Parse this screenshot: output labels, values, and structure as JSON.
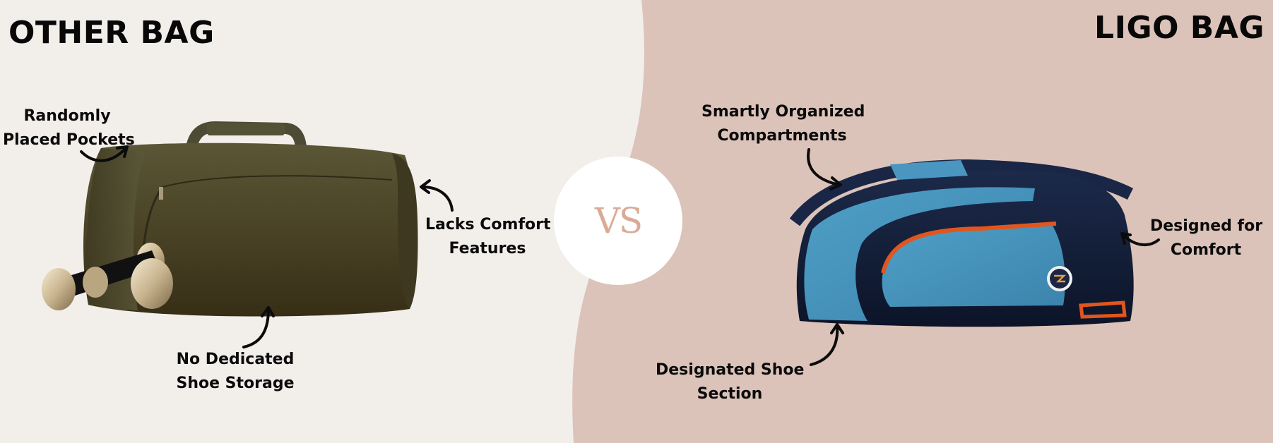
{
  "colors": {
    "left_background": "#f2efeb",
    "right_background": "#dcc3b9",
    "vs_circle": "#ffffff",
    "vs_text": "#d9ab97",
    "text": "#0b0b0b"
  },
  "left_panel": {
    "title": "OTHER BAG",
    "image": "olive-duffel-bag-with-dumbbells",
    "callouts": [
      {
        "line1": "Randomly",
        "line2": "Placed Pockets"
      },
      {
        "line1": "Lacks Comfort",
        "line2": "Features"
      },
      {
        "line1": "No Dedicated",
        "line2": "Shoe Storage"
      }
    ]
  },
  "divider": {
    "label": "VS"
  },
  "right_panel": {
    "title": "LIGO BAG",
    "image": "navy-and-blue-ligo-duffel-bag",
    "callouts": [
      {
        "line1": "Smartly Organized",
        "line2": "Compartments"
      },
      {
        "line1": "Designed for",
        "line2": "Comfort"
      },
      {
        "line1": "Designated Shoe",
        "line2": "Section"
      }
    ]
  }
}
